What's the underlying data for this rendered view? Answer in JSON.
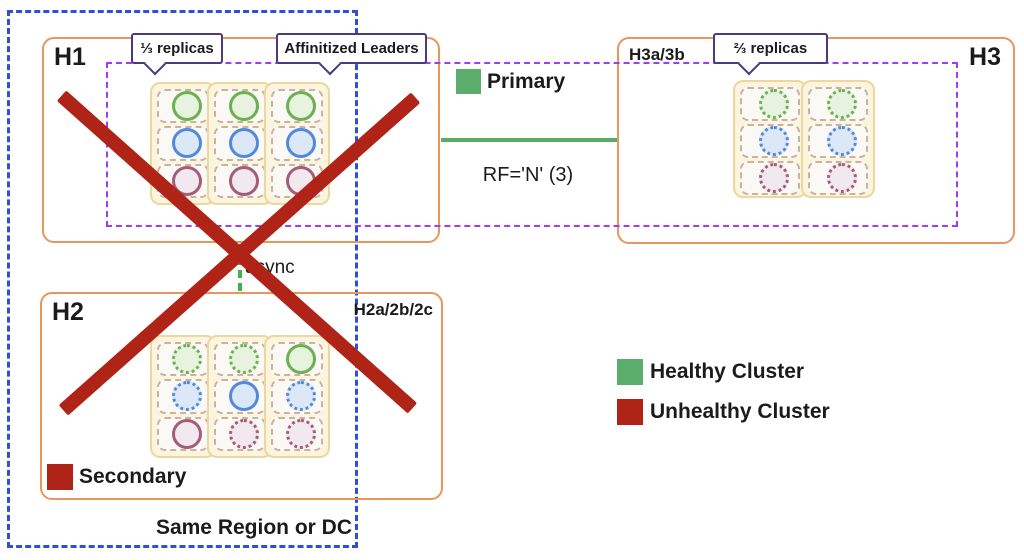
{
  "palette": {
    "orange": "#E8965A",
    "blue-dash": "#2F4FD8",
    "purple-dash": "#A13BF7",
    "callout": "#4A3A80",
    "card-bg": "#FBF4DF",
    "card-border": "#EDD79E",
    "cell-bg": "#FAF9F6",
    "cell-border": "#CBB29C",
    "x-red": "#B02418",
    "legend-green": "#5BAD6C",
    "legend-red": "#B02418",
    "line-green": "#58AC66",
    "async-green": "#41B14B",
    "green-stroke": "#6CB052",
    "green-fill": "#E7F2DF",
    "blue-stroke": "#5189DD",
    "blue-fill": "#DCE8F8",
    "maroon-stroke": "#A45C77",
    "maroon-fill": "#F2E8EF"
  },
  "region_label": "Same Region or DC",
  "hosts": {
    "h1": {
      "label": "H1"
    },
    "h2": {
      "label": "H2",
      "sublabel": "H2a/2b/2c"
    },
    "h3": {
      "label": "H3",
      "sublabel": "H3a/3b"
    }
  },
  "callouts": {
    "one_third": "⅓ replicas",
    "affinitized": "Affinitized Leaders",
    "two_thirds": "⅔ replicas"
  },
  "labels": {
    "primary": "Primary",
    "secondary": "Secondary",
    "rf": "RF='N' (3)",
    "async": "async"
  },
  "legend": {
    "healthy": {
      "label": "Healthy Cluster",
      "color": "#5BAD6C"
    },
    "unhealthy": {
      "label": "Unhealthy Cluster",
      "color": "#B02418"
    }
  },
  "grids": {
    "row_colors": [
      "green",
      "blue",
      "maroon"
    ],
    "h1": [
      [
        "solid",
        "solid",
        "solid"
      ],
      [
        "solid",
        "solid",
        "solid"
      ],
      [
        "solid",
        "solid",
        "solid"
      ]
    ],
    "h2": [
      [
        "dotted",
        "dotted",
        "solid"
      ],
      [
        "dotted",
        "solid",
        "dotted"
      ],
      [
        "solid",
        "dotted",
        "dotted"
      ]
    ],
    "h3": [
      [
        "dotted",
        "dotted",
        "dotted"
      ],
      [
        "dotted",
        "dotted",
        "dotted"
      ]
    ]
  }
}
